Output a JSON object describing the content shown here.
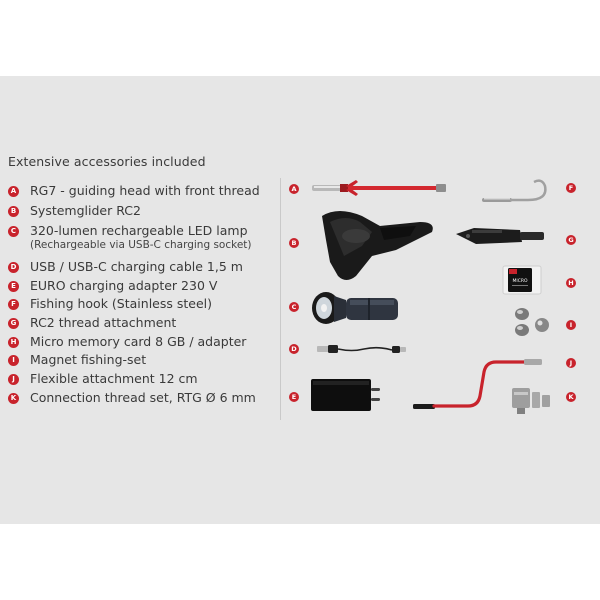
{
  "heading": "Extensive accessories included",
  "items": [
    {
      "letter": "A",
      "label": "RG7 - guiding head with front thread"
    },
    {
      "letter": "B",
      "label": "Systemglider RC2"
    },
    {
      "letter": "C",
      "label": "320-lumen rechargeable LED lamp",
      "sub": "(Rechargeable via USB-C charging socket)"
    },
    {
      "letter": "D",
      "label": "USB / USB-C charging cable 1,5 m"
    },
    {
      "letter": "E",
      "label": "EURO charging adapter 230 V"
    },
    {
      "letter": "F",
      "label": "Fishing hook (Stainless steel)"
    },
    {
      "letter": "G",
      "label": "RC2 thread attachment"
    },
    {
      "letter": "H",
      "label": "Micro memory card 8 GB / adapter"
    },
    {
      "letter": "I",
      "label": "Magnet fishing-set"
    },
    {
      "letter": "J",
      "label": "Flexible attachment 12 cm"
    },
    {
      "letter": "K",
      "label": "Connection thread set, RTG Ø 6 mm"
    }
  ],
  "images": {
    "A": {
      "badge": "A",
      "icon": "guiding-head-image"
    },
    "B": {
      "badge": "B",
      "icon": "systemglider-image"
    },
    "C": {
      "badge": "C",
      "icon": "led-lamp-image"
    },
    "D": {
      "badge": "D",
      "icon": "usb-cable-image"
    },
    "E": {
      "badge": "E",
      "icon": "charging-adapter-image"
    },
    "F": {
      "badge": "F",
      "icon": "fishing-hook-image"
    },
    "G": {
      "badge": "G",
      "icon": "thread-attachment-image"
    },
    "H": {
      "badge": "H",
      "icon": "memory-card-image",
      "card_text": "MICRO"
    },
    "I": {
      "badge": "I",
      "icon": "magnet-set-image"
    },
    "J": {
      "badge": "J",
      "icon": "flexible-attachment-image"
    },
    "K": {
      "badge": "K",
      "icon": "thread-set-image"
    }
  },
  "colors": {
    "badge": "#c8232c",
    "background": "#e6e6e6",
    "text": "#3a3a3a"
  }
}
